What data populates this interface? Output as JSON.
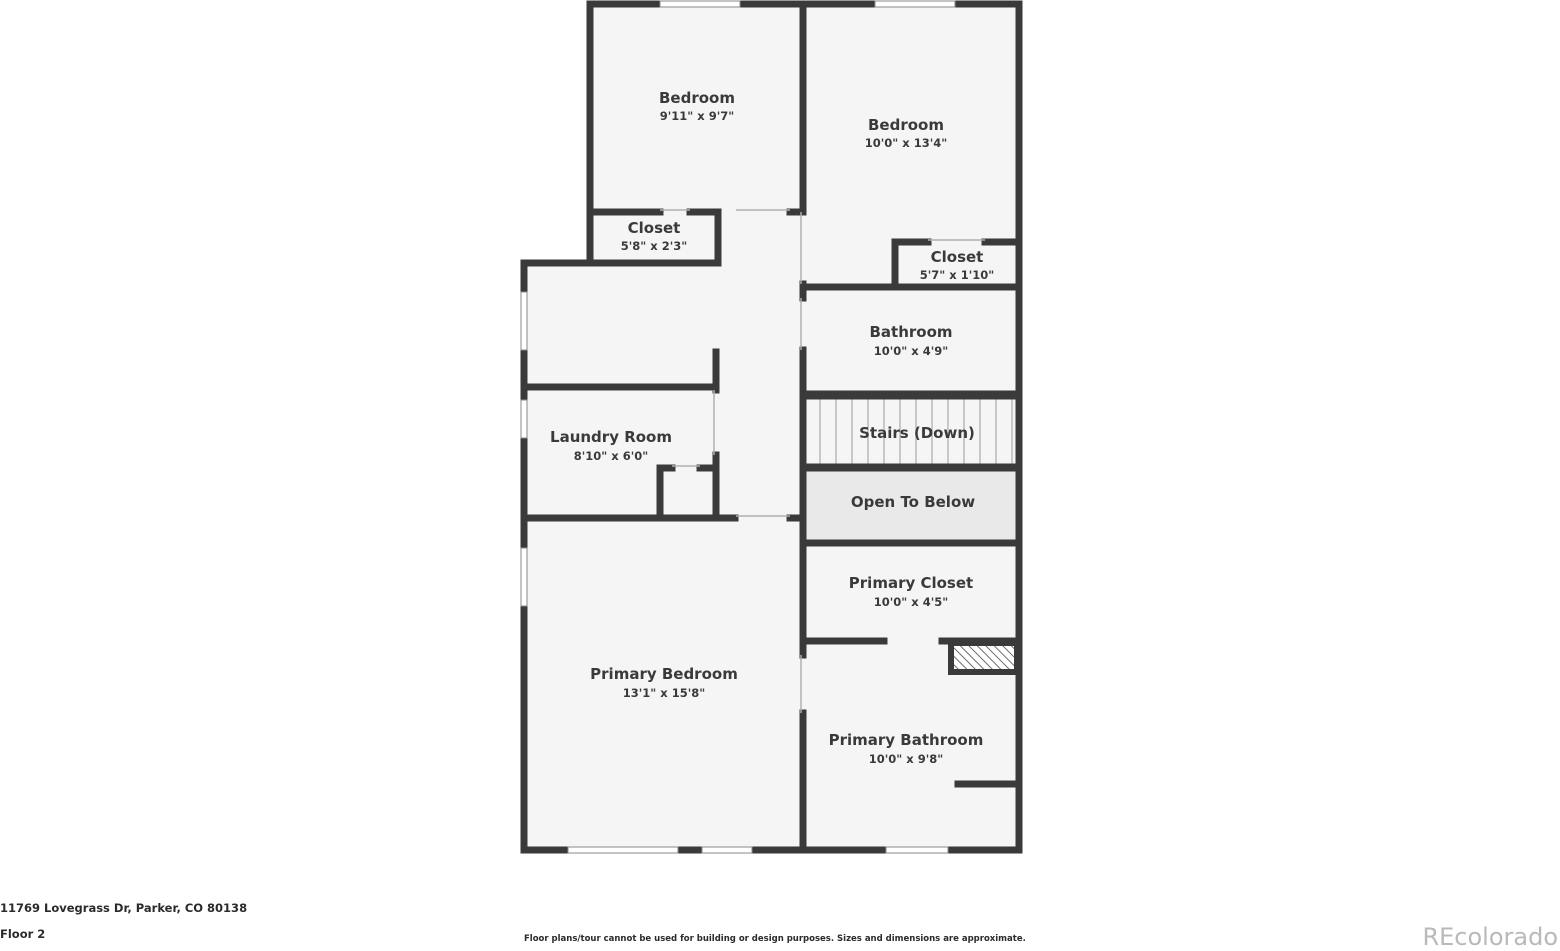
{
  "rooms": [
    {
      "id": "bedroom-1",
      "name": "Bedroom",
      "dims": "9'11\" x 9'7\""
    },
    {
      "id": "bedroom-2",
      "name": "Bedroom",
      "dims": "10'0\" x 13'4\""
    },
    {
      "id": "closet-1",
      "name": "Closet",
      "dims": "5'8\" x 2'3\""
    },
    {
      "id": "closet-2",
      "name": "Closet",
      "dims": "5'7\" x 1'10\""
    },
    {
      "id": "bathroom",
      "name": "Bathroom",
      "dims": "10'0\" x 4'9\""
    },
    {
      "id": "laundry-room",
      "name": "Laundry Room",
      "dims": "8'10\" x 6'0\""
    },
    {
      "id": "stairs",
      "name": "Stairs (Down)",
      "dims": ""
    },
    {
      "id": "open-to-below",
      "name": "Open To Below",
      "dims": ""
    },
    {
      "id": "primary-closet",
      "name": "Primary Closet",
      "dims": "10'0\" x 4'5\""
    },
    {
      "id": "primary-bedroom",
      "name": "Primary Bedroom",
      "dims": "13'1\" x 15'8\""
    },
    {
      "id": "primary-bathroom",
      "name": "Primary Bathroom",
      "dims": "10'0\" x 9'8\""
    }
  ],
  "footer": {
    "address": "11769 Lovegrass Dr, Parker, CO 80138",
    "floor": "Floor 2",
    "disclaimer": "Floor plans/tour cannot be used for building or design purposes. Sizes and dimensions are approximate.",
    "brand": "REcolorado"
  },
  "colors": {
    "wall": "#3a3a3a",
    "floor": "#f5f5f5",
    "open_below": "#e9e9e9",
    "window": "#ffffff"
  }
}
